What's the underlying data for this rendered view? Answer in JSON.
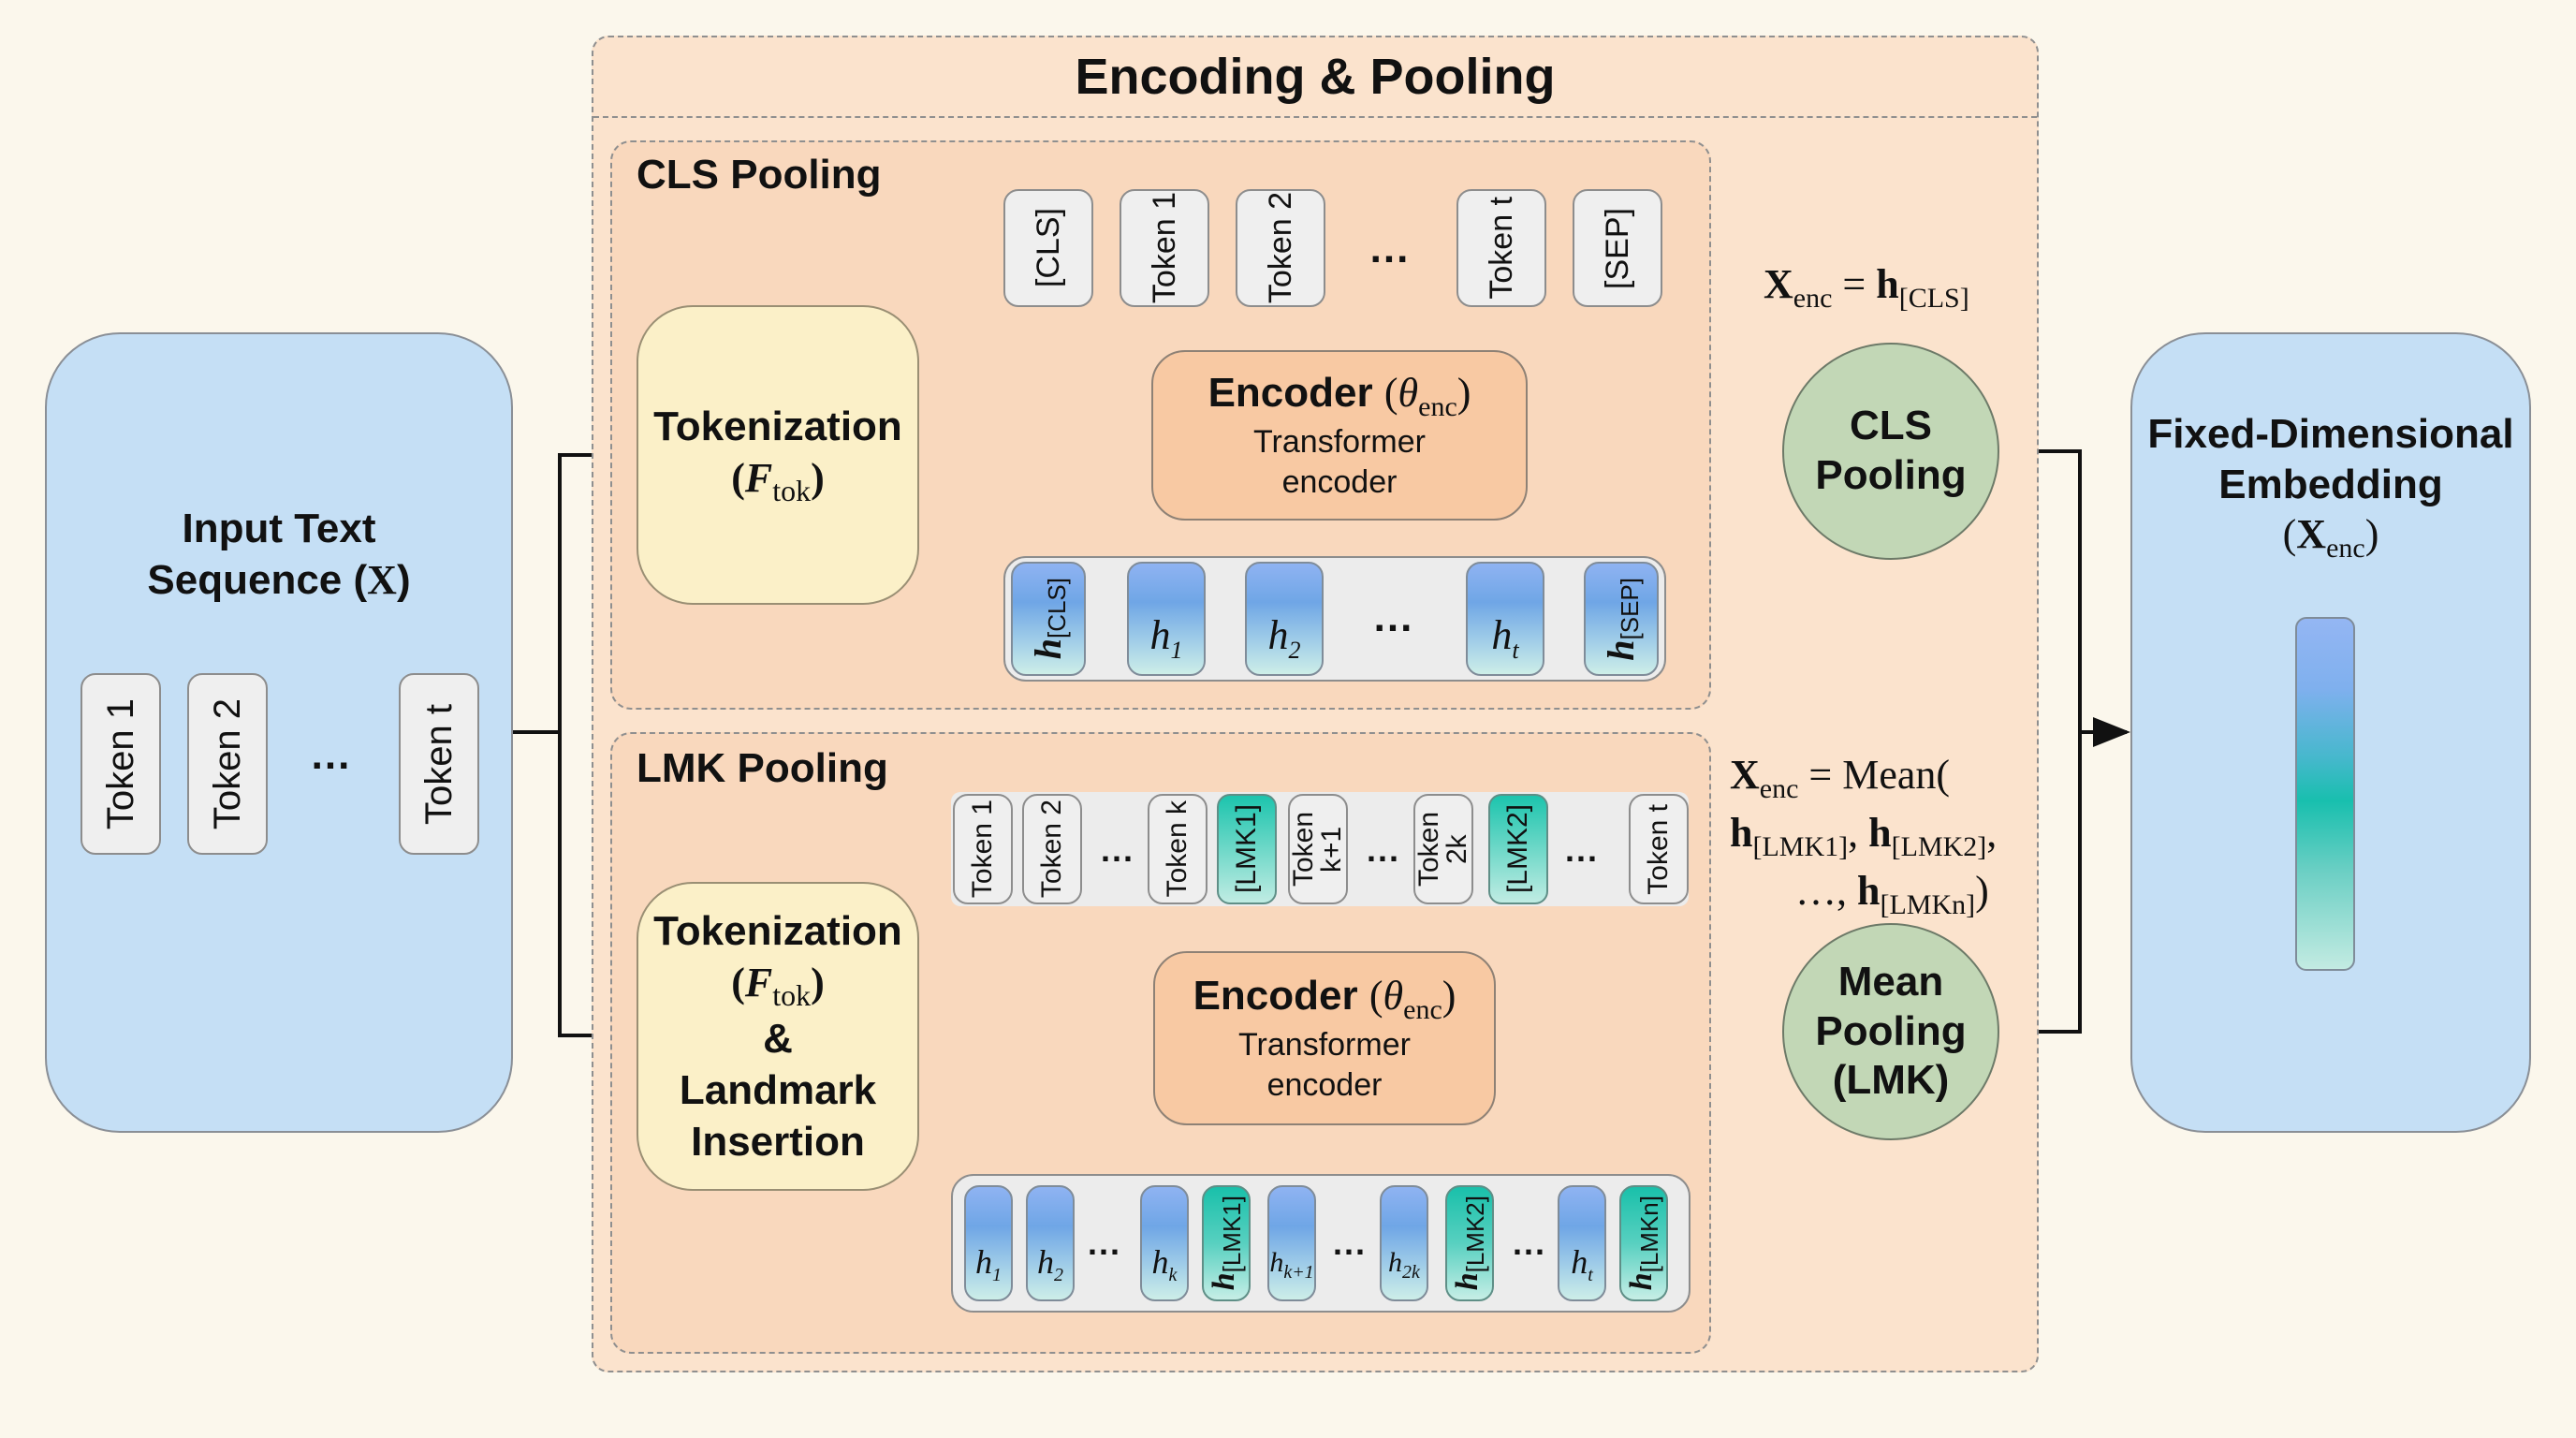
{
  "input": {
    "title_line1": "Input Text",
    "title_line2_text": "Sequence (",
    "title_line2_var": "X",
    "title_line2_close": ")",
    "tokens": [
      "Token 1",
      "Token 2",
      "Token t"
    ],
    "ellipsis": "..."
  },
  "encoding_pooling": {
    "title": "Encoding & Pooling",
    "cls": {
      "title": "CLS Pooling",
      "tokenization": {
        "line1": "Tokenization",
        "func": "F",
        "func_sub": "tok"
      },
      "tokens": [
        "[CLS]",
        "Token 1",
        "Token 2",
        "Token t",
        "[SEP]"
      ],
      "ellipsis": "...",
      "encoder": {
        "title": "Encoder",
        "param": "θ",
        "param_sub": "enc",
        "sub1": "Transformer",
        "sub2": "encoder"
      },
      "hidden": [
        {
          "base": "h",
          "sub": "[CLS]"
        },
        {
          "base": "h",
          "sub": "1"
        },
        {
          "base": "h",
          "sub": "2"
        },
        {
          "base": "h",
          "sub": "t"
        },
        {
          "base": "h",
          "sub": "[SEP]"
        }
      ],
      "pool": {
        "line1": "CLS",
        "line2": "Pooling"
      },
      "formula": {
        "lhs": "X",
        "lhs_sub": "enc",
        "eq": "=",
        "rhs": "h",
        "rhs_sub": "[CLS]"
      }
    },
    "lmk": {
      "title": "LMK Pooling",
      "tokenization": {
        "line1": "Tokenization",
        "func": "F",
        "func_sub": "tok",
        "amp": "&",
        "line3": "Landmark",
        "line4": "Insertion"
      },
      "tokens": [
        {
          "text": "Token 1",
          "landmark": false
        },
        {
          "text": "Token 2",
          "landmark": false
        },
        {
          "text": "Token k",
          "landmark": false
        },
        {
          "text": "[LMK1]",
          "landmark": true
        },
        {
          "text": "Token k+1",
          "landmark": false
        },
        {
          "text": "Token 2k",
          "landmark": false
        },
        {
          "text": "[LMK2]",
          "landmark": true
        },
        {
          "text": "Token t",
          "landmark": false
        }
      ],
      "ellipsis": "...",
      "encoder": {
        "title": "Encoder",
        "param": "θ",
        "param_sub": "enc",
        "sub1": "Transformer",
        "sub2": "encoder"
      },
      "hidden": [
        {
          "base": "h",
          "sub": "1",
          "landmark": false
        },
        {
          "base": "h",
          "sub": "2",
          "landmark": false
        },
        {
          "base": "h",
          "sub": "k",
          "landmark": false
        },
        {
          "base": "h",
          "sub": "[LMK1]",
          "landmark": true
        },
        {
          "base": "h",
          "sub": "k+1",
          "landmark": false
        },
        {
          "base": "h",
          "sub": "2k",
          "landmark": false
        },
        {
          "base": "h",
          "sub": "[LMK2]",
          "landmark": true
        },
        {
          "base": "h",
          "sub": "t",
          "landmark": false
        },
        {
          "base": "h",
          "sub": "[LMKn]",
          "landmark": true
        }
      ],
      "pool": {
        "line1": "Mean",
        "line2": "Pooling",
        "line3": "(LMK)"
      },
      "formula": {
        "lhs": "X",
        "lhs_sub": "enc",
        "eq": "= Mean(",
        "t1": "h",
        "t1_sub": "[LMK1]",
        "sep1": ",",
        "t2": "h",
        "t2_sub": "[LMK2]",
        "sep2": ",",
        "dots": "…,",
        "t3": "h",
        "t3_sub": "[LMKn]",
        "close": ")"
      }
    }
  },
  "output": {
    "line1": "Fixed-Dimensional",
    "line2": "Embedding",
    "var_open": "(",
    "var": "X",
    "var_sub": "enc",
    "var_close": ")"
  },
  "colors": {
    "background": "#fbf7ec",
    "input_output_fill": "#c5dff5",
    "outer_fill": "#fbe3cd",
    "section_fill": "#f9d8bd",
    "tokenization_fill": "#fbf0c8",
    "encoder_fill": "#f8c9a3",
    "pool_fill": "#c2d7b6",
    "landmark_accent": "#1cc4ad",
    "hidden_accent": "#8fb3f2"
  }
}
